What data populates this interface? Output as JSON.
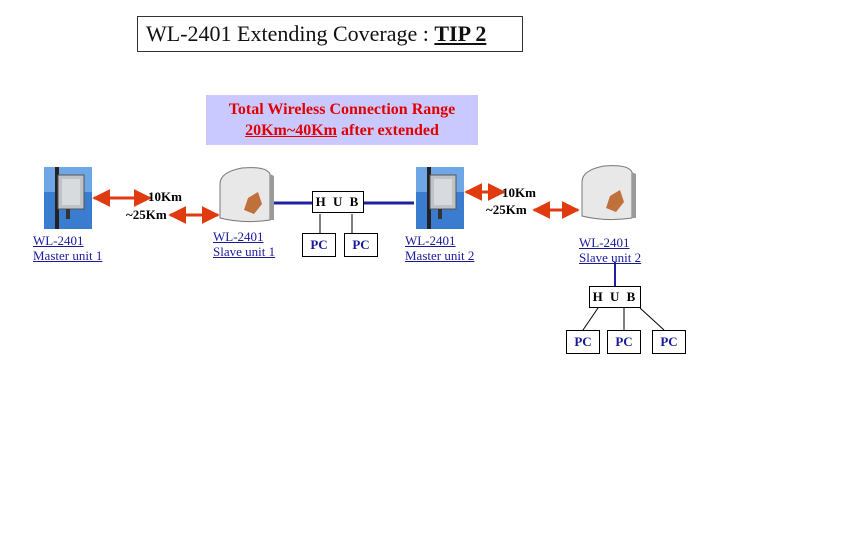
{
  "title": {
    "prefix": "WL-2401 Extending Coverage : ",
    "tip": "TIP 2"
  },
  "range": {
    "line1": "Total Wireless Connection Range",
    "line2_underlined": "20Km~40Km",
    "line2_rest": " after extended"
  },
  "devices": {
    "master1": {
      "model": "WL-2401",
      "role": "Master unit 1"
    },
    "slave1": {
      "model": "WL-2401",
      "role": "Slave unit 1"
    },
    "master2": {
      "model": "WL-2401",
      "role": "Master unit 2"
    },
    "slave2": {
      "model": "WL-2401",
      "role": "Slave unit 2"
    }
  },
  "links": {
    "link1": {
      "top": "10Km",
      "bottom": "~25Km"
    },
    "link2": {
      "top": "10Km",
      "bottom": "~25Km"
    }
  },
  "hub_label": "H U B",
  "pc_label": "PC",
  "colors": {
    "arrow": "#e03a10",
    "wire": "#2020a0",
    "range_bg": "#c9c9ff",
    "range_text": "#e00000",
    "label": "#1a1a99"
  }
}
